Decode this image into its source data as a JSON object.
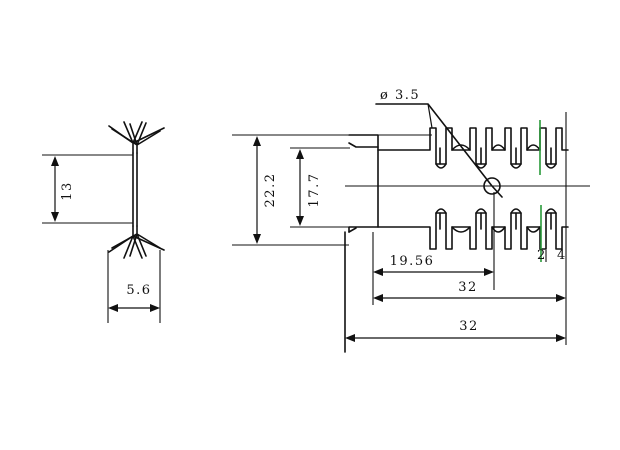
{
  "labels": {
    "left_height": "13",
    "left_width": "5.6",
    "hole_diameter": "ø 3.5",
    "outer_height": "22.2",
    "inner_height": "17.7",
    "hole_offset": "19.56",
    "inner_length": "32",
    "overall_length": "32",
    "fin_pitch_a": "2",
    "fin_pitch_b": "4"
  },
  "colors": {
    "line": "#111111",
    "highlight": "#2a9a3a"
  }
}
